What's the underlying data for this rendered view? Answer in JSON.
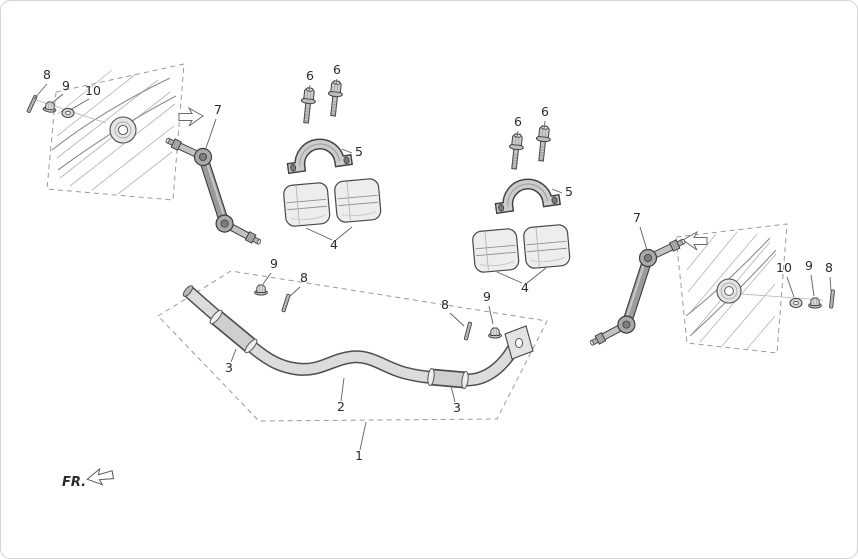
{
  "diagram": {
    "fr_label": "FR.",
    "callouts": {
      "assembly": "1",
      "bar": "2",
      "sleeve_left": "3",
      "sleeve_right": "3",
      "bushings_left": "4",
      "bushings_right": "4",
      "clamp_left": "5",
      "clamp_right": "5",
      "clamp_left_bolt_1": "6",
      "clamp_left_bolt_2": "6",
      "clamp_right_bolt_1": "6",
      "clamp_right_bolt_2": "6",
      "link_left": "7",
      "link_right": "7",
      "frame_left_bolt": "8",
      "bar_left_bolt": "8",
      "bar_right_bolt": "8",
      "frame_right_bolt": "8",
      "frame_left_nut": "9",
      "bar_left_nut": "9",
      "bar_right_nut": "9",
      "frame_right_nut": "9",
      "frame_left_washer": "10",
      "frame_right_washer": "10"
    },
    "colors": {
      "outline": "#4a4a4a",
      "metal_light": "#ededed",
      "metal_mid": "#c6c6c6",
      "metal_dark": "#9b9b9b",
      "dashed_line": "#9a9a9a",
      "label_text": "#2b2b2b",
      "border": "#d4d4d4"
    }
  }
}
